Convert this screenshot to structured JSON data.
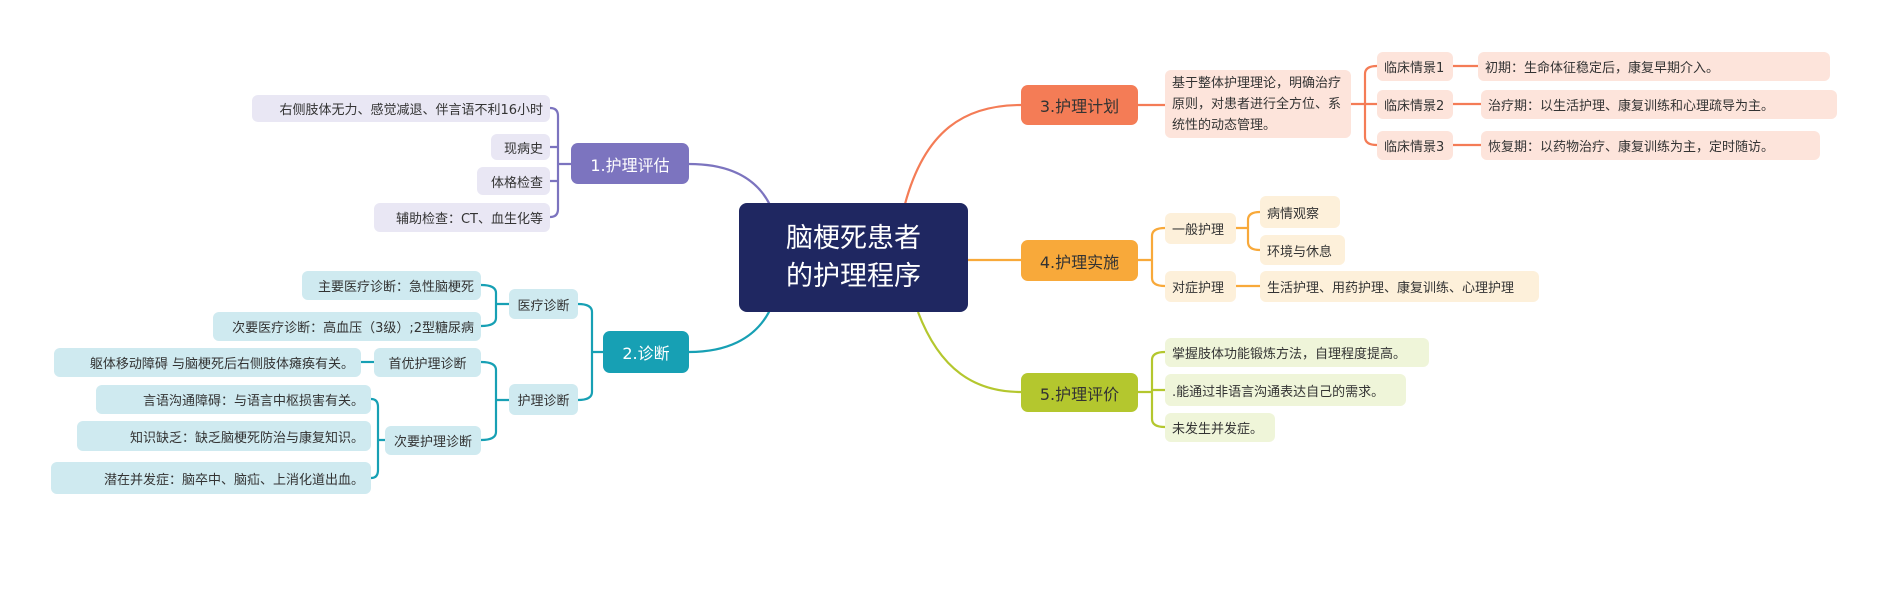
{
  "colors": {
    "center": "#1f2761",
    "assessment": "#7c74bf",
    "diagnosis": "#17a0b4",
    "plan": "#f47c56",
    "implementation": "#f8a93a",
    "evaluation": "#b4c72e"
  },
  "center": {
    "line1": "脑梗死患者",
    "line2": "的护理程序"
  },
  "assessment": {
    "title": "1.护理评估",
    "items": [
      "右侧肢体无力、感觉减退、伴言语不利16小时",
      "现病史",
      "体格检查",
      "辅助检查：CT、血生化等"
    ]
  },
  "diagnosis": {
    "title": "2.诊断",
    "medical": {
      "label": "医疗诊断",
      "items": [
        "主要医疗诊断：急性脑梗死",
        "次要医疗诊断：高血压（3级）;2型糖尿病"
      ]
    },
    "nursing": {
      "label": "护理诊断",
      "primary": {
        "label": "首优护理诊断",
        "item": "躯体移动障碍 与脑梗死后右侧肢体瘫痪有关。"
      },
      "secondary": {
        "label": "次要护理诊断",
        "items": [
          "言语沟通障碍：与语言中枢损害有关。",
          "知识缺乏：缺乏脑梗死防治与康复知识。",
          "潜在并发症：脑卒中、脑疝、上消化道出血。"
        ]
      }
    }
  },
  "plan": {
    "title": "3.护理计划",
    "principle": "基于整体护理理论，明确治疗原则，对患者进行全方位、系统性的动态管理。",
    "scenarios": [
      {
        "label": "临床情景1",
        "text": "初期：生命体征稳定后，康复早期介入。"
      },
      {
        "label": "临床情景2",
        "text": "治疗期：以生活护理、康复训练和心理疏导为主。"
      },
      {
        "label": "临床情景3",
        "text": "恢复期：以药物治疗、康复训练为主，定时随访。"
      }
    ]
  },
  "implementation": {
    "title": "4.护理实施",
    "general": {
      "label": "一般护理",
      "items": [
        "病情观察",
        "环境与休息"
      ]
    },
    "symptomatic": {
      "label": "对症护理",
      "item": "生活护理、用药护理、康复训练、心理护理"
    }
  },
  "evaluation": {
    "title": "5.护理评价",
    "items": [
      "掌握肢体功能锻炼方法，自理程度提高。",
      ".能通过非语言沟通表达自己的需求。",
      "未发生并发症。"
    ]
  }
}
